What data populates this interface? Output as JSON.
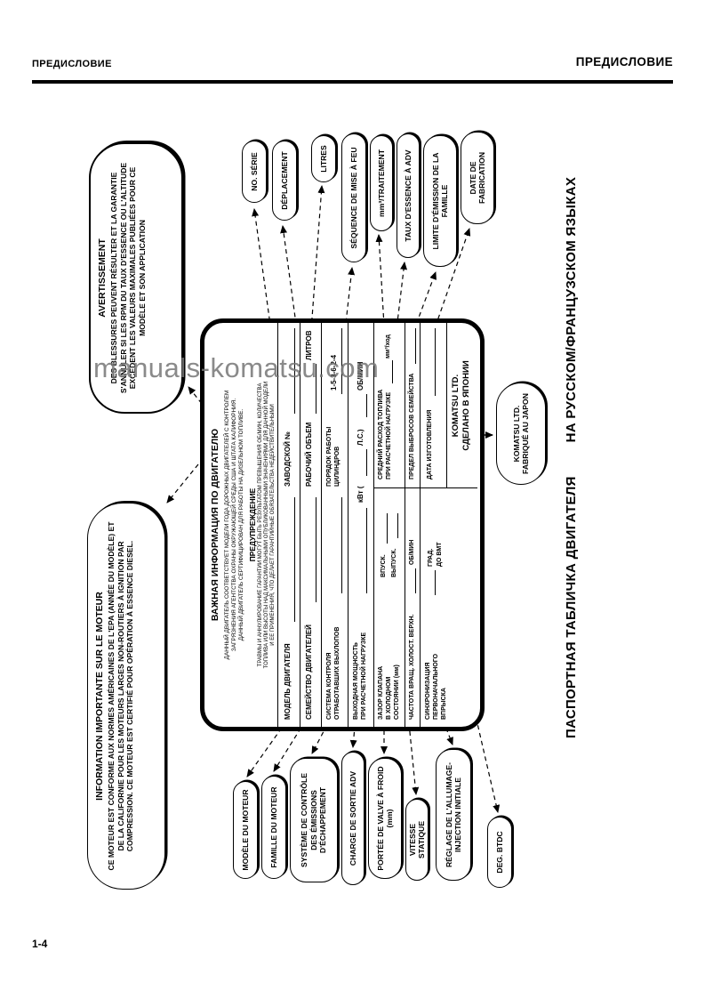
{
  "header": {
    "left_title": "ПРЕДИСЛОВИЕ",
    "right_title": "ПРЕДИСЛОВИЕ"
  },
  "watermark": "manuals-komatsu.com",
  "page_number": "1-4",
  "figure": {
    "caption": {
      "part1": "ПАСПОРТНАЯ ТАБЛИЧКА ДВИГАТЕЛЯ",
      "part2": "НА РУССКОМ/ФРАНЦУЗСКОМ ЯЗЫКАХ"
    },
    "warning_box": {
      "title": "AVERTISSEMENT",
      "body": "DES BLESSURES PEUVENT RÉSULTER ET LA GARANTIE S'ANNULER SI LES RPM DU TAUX D'ESSENCE OU L'ALTITUDE EXCÈDENT LES VALEURS MAXIMALES PUBLIÉES POUR CE MODÈLE ET SON APPLICATION"
    },
    "info_box": {
      "title": "INFORMATION IMPORTANTE SUR LE MOTEUR",
      "body": "CE MOTEUR EST CONFORME AUX NORMES AMÉRICAINES DE L'EPA (ANNÉE DU MODÈLE) ET DE LA CALIFORNIE POUR LES MOTEURS LARGES NON-ROUTIERS À IGNITION PAR COMPRESSION. CE MOTEUR EST CERTIFIÉ POUR OPÉRATION À ESSENCE DIESEL."
    },
    "plate": {
      "title": "ВАЖНАЯ ИНФОРМАЦИЯ ПО ДВИГАТЕЛЮ",
      "info_line1": "ДАННЫЙ ДВИГАТЕЛЬ СООТВЕТСТВУЕТ МОДЕЛИ ГОДА ДОРОЖНЫХ ДВИГАТЕЛЕЙ С КОНТРОЛЕМ",
      "info_line2": "ЗАГРЯЗНЕНИЯ АГЕНТСТВА ОХРАНЫ ОКРУЖАЮЩЕЙ СРЕДЫ США И ШТАТА КАЛИФОРНИЯ.",
      "info_line3": "ДАННЫЙ ДВИГАТЕЛЬ СЕРТИФИЦИРОВАН ДЛЯ РАБОТЫ НА ДИЗЕЛЬНОМ ТОПЛИВЕ.",
      "warning_title": "ПРЕДУПРЕЖДЕНИЕ",
      "warning_line1": "ТРАВМЫ И АННУЛИРОВАНИЕ ГАРАНТИИ МОГУТ БЫТЬ РЕЗУЛЬТАТОМ ПРЕВЫШЕНИЯ ОБ/МИН, КОЛИЧЕСТВА",
      "warning_line2": "ТОПЛИВА ИЛИ ВЫСОТЫ НАД МАКСИМАЛЬНЫМИ ОПУБЛИКОВАННЫМИ ЗНАЧЕНИЯМИ ДЛЯ ДАННОЙ МОДЕЛИ",
      "warning_line3": "И ЕЕ ПРИМЕНЕНИЯ, ЧТО ДЕЛАЕТ ГАРАНТИЙНЫЕ ОБЯЗАТЕЛЬСТВА НЕДЕЙСТВИТЕЛЬНЫМИ",
      "rows": {
        "model_label": "МОДЕЛЬ ДВИГАТЕЛЯ",
        "serial_label": "ЗАВОДСКОЙ №",
        "family_label": "СЕМЕЙСТВО ДВИГАТЕЛЕЙ",
        "displacement_label": "РАБОЧИЙ ОБЪЕМ",
        "displacement_unit": "ЛИТРОВ",
        "emission_label_1": "СИСТЕМА КОНТРОЛЯ",
        "emission_label_2": "ОТРАБОТАВШИХ ВЫХЛОПОВ",
        "firing_label_1": "ПОРЯДОК РАБОТЫ",
        "firing_label_2": "ЦИЛИНДРОВ",
        "firing_value": "1-5-3-6-2-4",
        "output_label_1": "ВЫХОДНАЯ МОЩНОСТЬ",
        "output_label_2": "ПРИ РАСЧЕТНОЙ НАГРУЗКЕ",
        "output_unit_kw": "кВт (",
        "output_unit_hp": "Л.С.)",
        "output_unit_rpm": "ОБ/МИН",
        "valve_label_1": "ЗАЗОР КЛАПАНА",
        "valve_label_2": "В ХОЛОДНОМ",
        "valve_label_3": "СОСТОЯНИИ (мм)",
        "valve_int": "ВПУСК.",
        "valve_exh": "ВЫПУСК.",
        "fuel_label_1": "СРЕДНИЙ РАСХОД ТОПЛИВА",
        "fuel_label_2": "ПРИ РАСЧЕТНОЙ НАГРУЗКЕ",
        "fuel_unit": "мм³/ход",
        "idle_label": "ЧАСТОТА ВРАЩ. ХОЛОСТ. ВЕРХН.",
        "idle_unit": "ОБ/МИН",
        "limit_label": "ПРЕДЕЛ ВЫБРОСОВ СЕМЕЙСТВА",
        "timing_label_1": "СИНХРОНИЗАЦИЯ",
        "timing_label_2": "ПЕРВОНАЧАЛЬНОГО",
        "timing_label_3": "ВПРЫСКА",
        "timing_unit_1": "ГРАД.",
        "timing_unit_2": "ДО ВМТ",
        "date_label": "ДАТА ИЗГОТОВЛЕНИЯ",
        "maker_line1": "KOMATSU LTD.",
        "maker_line2": "СДЕЛАНО В ЯПОНИИ"
      }
    },
    "callouts_right": [
      "NO. SÉRIE",
      "DÉPLACEMENT",
      "LITRES",
      "SÉQUENCE DE MISE À FEU",
      "mm³/TRAITEMENT",
      "TAUX D'ESSENCE À ADV",
      "LIMITE D'ÉMISSION DE LA FAMILLE",
      "DATE DE FABRICATION"
    ],
    "callouts_left": [
      "MODÈLE DU MOTEUR",
      "FAMILLE DU MOTEUR",
      "SYSTÈME DE CONTRÔLE DES ÉMISSIONS D'ÉCHAPPEMENT",
      "CHARGE DE SORTIE ADV",
      "PORTÉE DE VALVE À FROID (mm)",
      "VITESSE STATIQUE",
      "RÉGLAGE DE L'ALLUMAGE- INJECTION INITIALE",
      "DEG. BTDC"
    ],
    "callout_komatsu": {
      "line1": "KOMATSU LTD.",
      "line2": "FABRIQUÉ AU JAPON"
    }
  }
}
